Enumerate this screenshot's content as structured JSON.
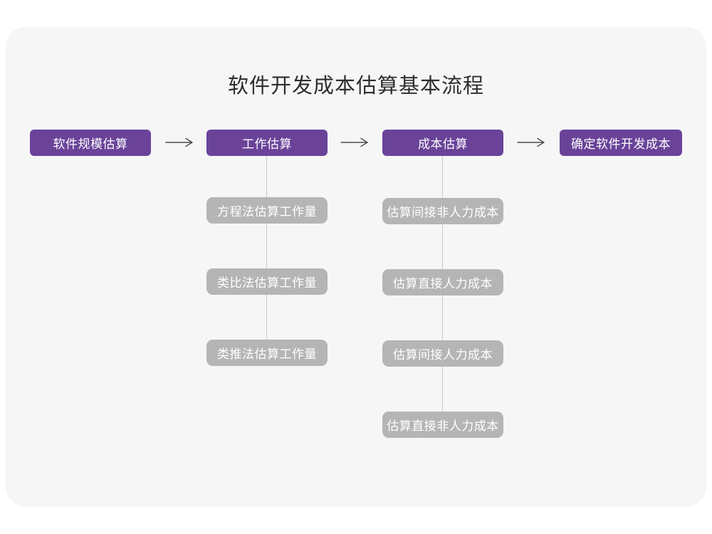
{
  "title": "软件开发成本估算基本流程",
  "colors": {
    "page_bg": "#ffffff",
    "card_bg": "#f6f6f7",
    "purple": "#6a4399",
    "gray_box": "#b5b5b5",
    "connector": "#c9c9c9",
    "arrow": "#4a4a4a",
    "title_color": "#2e2e2e",
    "node_text": "#ffffff"
  },
  "flow": {
    "main_steps": [
      "软件规模估算",
      "工作估算",
      "成本估算",
      "确定软件开发成本"
    ],
    "work_estimation_methods": [
      "方程法估算工作量",
      "类比法估算工作量",
      "类推法估算工作量"
    ],
    "cost_estimation_items": [
      "估算间接非人力成本",
      "估算直接人力成本",
      "估算间接人力成本",
      "估算直接非人力成本"
    ]
  }
}
